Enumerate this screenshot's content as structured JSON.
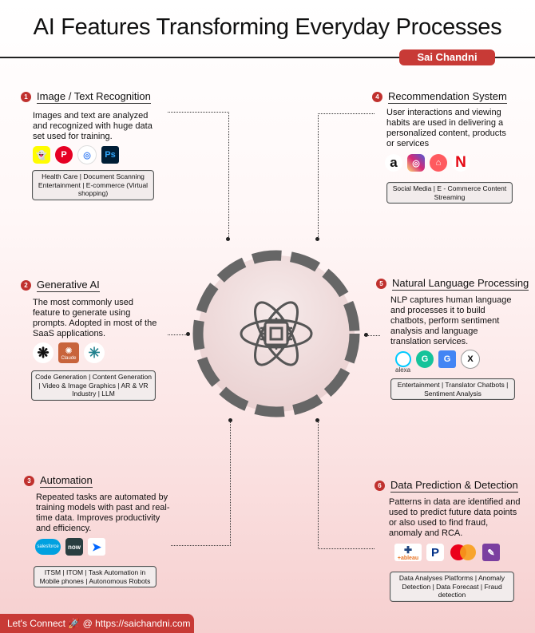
{
  "header": {
    "title": "AI Features Transforming Everyday Processes",
    "author": "Sai Chandni"
  },
  "sections": [
    {
      "num": "1",
      "title": "Image / Text Recognition",
      "desc": "Images and text are analyzed and recognized with huge data set used for training.",
      "icons": [
        "snapchat-icon",
        "pinterest-icon",
        "google-lens-icon",
        "photoshop-icon"
      ],
      "tags": "Health Care  |  Document Scanning Entertainment | E-commerce (Virtual shopping)"
    },
    {
      "num": "2",
      "title": "Generative AI",
      "desc": "The most commonly used feature to generate using prompts. Adopted in most of the SaaS applications.",
      "icons": [
        "chatgpt-icon",
        "claude-icon",
        "perplexity-icon"
      ],
      "tags": "Code Generation  |  Content Generation | Video & Image Graphics | AR & VR Industry | LLM"
    },
    {
      "num": "3",
      "title": "Automation",
      "desc": "Repeated tasks are automated by training models with past and real-time data. Improves productivity and efficiency.",
      "icons": [
        "salesforce-icon",
        "servicenow-icon",
        "power-automate-icon"
      ],
      "tags": "ITSM | ITOM  | Task Automation in Mobile phones  | Autonomous Robots"
    },
    {
      "num": "4",
      "title": "Recommendation System",
      "desc": "User interactions and viewing habits are used in delivering a personalized content, products or services",
      "icons": [
        "amazon-icon",
        "instagram-icon",
        "airbnb-icon",
        "netflix-icon"
      ],
      "tags": "Social Media  |  E - Commerce Content Streaming"
    },
    {
      "num": "5",
      "title": "Natural Language Processing",
      "desc": "NLP captures human language and processes it to build chatbots, perform sentiment analysis and language translation services.",
      "icons": [
        "alexa-icon",
        "grammarly-icon",
        "google-translate-icon",
        "x-icon"
      ],
      "tags": "Entertainment | Translator Chatbots | Sentiment Analysis"
    },
    {
      "num": "6",
      "title": "Data Prediction & Detection",
      "desc": "Patterns in data are identified and used to predict future data points or also used to find fraud, anomaly and RCA.",
      "icons": [
        "tableau-icon",
        "paypal-icon",
        "mastercard-icon",
        "splunk-icon"
      ],
      "tags": "Data Analyses Platforms | Anomaly Detection  | Data Forecast  | Fraud detection"
    }
  ],
  "icon_text": {
    "claude": "Claude",
    "alexa": "alexa",
    "salesforce": "salesforce",
    "servicenow": "now",
    "tableau": "+ableau",
    "photoshop": "Ps",
    "amazon": "a",
    "netflix": "N",
    "paypal": "P",
    "x": "X",
    "google_translate": "G",
    "grammarly": "G"
  },
  "center": {
    "icon": "ai-chip-atom-icon"
  },
  "footer": {
    "text": "Let's Connect 🚀 @ https://saichandni.com"
  },
  "colors": {
    "accent": "#c83a36",
    "num": "#c0312e"
  }
}
